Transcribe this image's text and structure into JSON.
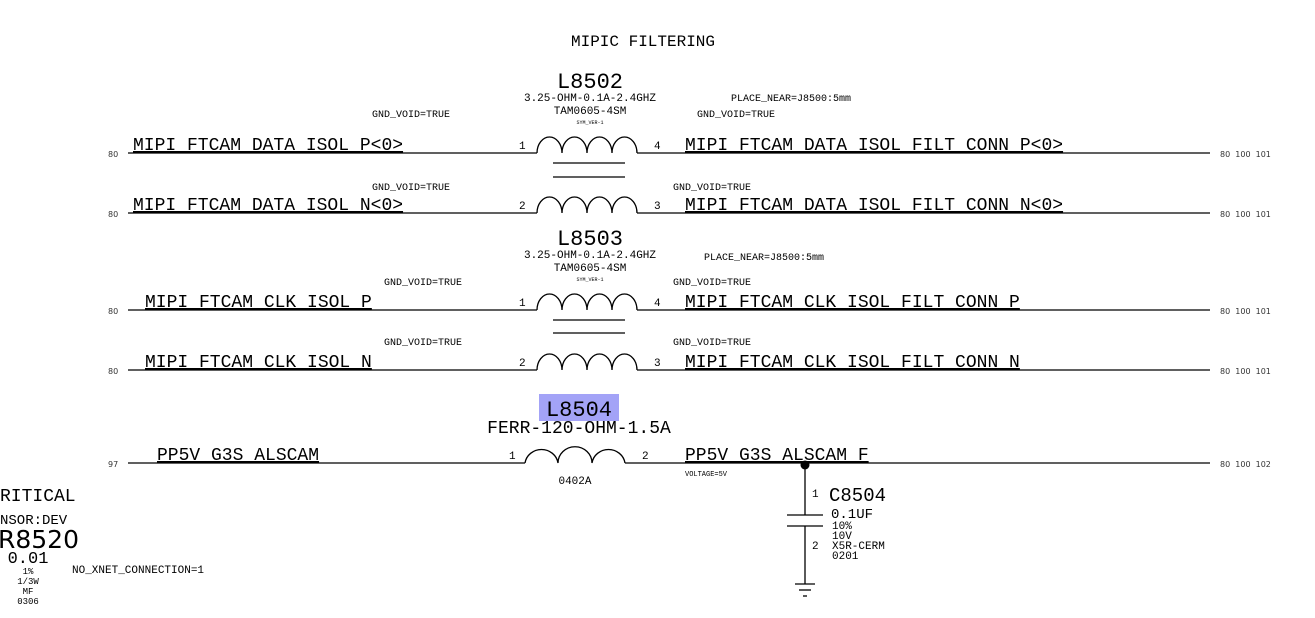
{
  "title": "MIPIC FILTERING",
  "highlight_color": "#a3a3f7",
  "l8502": {
    "ref": "L8502",
    "value": "3.25-OHM-0.1A-2.4GHZ",
    "package": "TAM0605-4SM",
    "sym": "SYM_VER-1",
    "place": "PLACE_NEAR=J8500:5mm"
  },
  "l8503": {
    "ref": "L8503",
    "value": "3.25-OHM-0.1A-2.4GHZ",
    "package": "TAM0605-4SM",
    "sym": "SYM_VER-1",
    "place": "PLACE_NEAR=J8500:5mm"
  },
  "l8504": {
    "ref": "L8504",
    "value": "FERR-120-OHM-1.5A",
    "package": "0402A"
  },
  "c8504": {
    "ref": "C8504",
    "value": "0.1UF",
    "tol": "10%",
    "voltage": "10V",
    "dielectric": "X5R-CERM",
    "package": "0201",
    "pin1": "1",
    "pin2": "2"
  },
  "gnd_void": "GND_VOID=TRUE",
  "voltage_attr": "VOLTAGE=5V",
  "rows": [
    {
      "left_xref": "80",
      "left_net": "MIPI_FTCAM_DATA_ISOL_P<0>",
      "pin_l": "1",
      "pin_r": "4",
      "right_net": "MIPI_FTCAM_DATA_ISOL_FILT_CONN_P<0>",
      "right_xref": "80  100  101"
    },
    {
      "left_xref": "80",
      "left_net": "MIPI_FTCAM_DATA_ISOL_N<0>",
      "pin_l": "2",
      "pin_r": "3",
      "right_net": "MIPI_FTCAM_DATA_ISOL_FILT_CONN_N<0>",
      "right_xref": "80  100  101"
    },
    {
      "left_xref": "80",
      "left_net": "MIPI_FTCAM_CLK_ISOL_P",
      "pin_l": "1",
      "pin_r": "4",
      "right_net": "MIPI_FTCAM_CLK_ISOL_FILT_CONN_P",
      "right_xref": "80  100  101"
    },
    {
      "left_xref": "80",
      "left_net": "MIPI_FTCAM_CLK_ISOL_N",
      "pin_l": "2",
      "pin_r": "3",
      "right_net": "MIPI_FTCAM_CLK_ISOL_FILT_CONN_N",
      "right_xref": "80  100  101"
    },
    {
      "left_xref": "97",
      "left_net": "PP5V_G3S_ALSCAM",
      "pin_l": "1",
      "pin_r": "2",
      "right_net": "PP5V_G3S_ALSCAM_F",
      "right_xref": "80  100  102"
    }
  ],
  "r8520": {
    "critical": "RITICAL",
    "sensor": "NSOR:DEV",
    "ref": "R8520",
    "value": "0.01",
    "tol": "1%",
    "power": "1/3W",
    "type": "MF",
    "package": "0306",
    "attr": "NO_XNET_CONNECTION=1"
  }
}
